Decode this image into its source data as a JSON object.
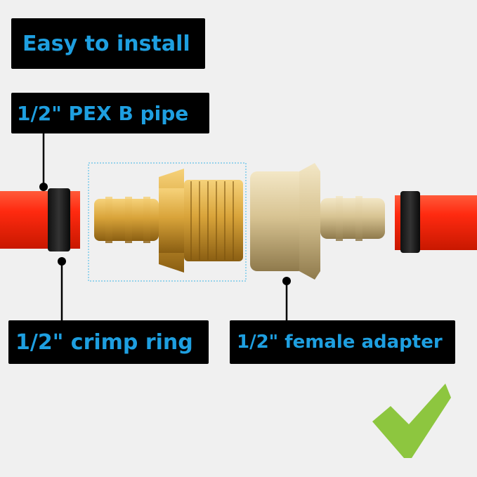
{
  "labels": {
    "headline": "Easy to install",
    "pipe": "1/2\" PEX B pipe",
    "crimp_ring": "1/2\" crimp ring",
    "female_adapter": "1/2\" female adapter"
  },
  "colors": {
    "background": "#f0f0f0",
    "label_background": "#000000",
    "label_text": "#1e9fe0",
    "pipe": "#ff2a10",
    "brass": "#d9a43a",
    "checkmark": "#8dc63f"
  },
  "icons": {
    "checkmark": "checkmark-icon"
  }
}
